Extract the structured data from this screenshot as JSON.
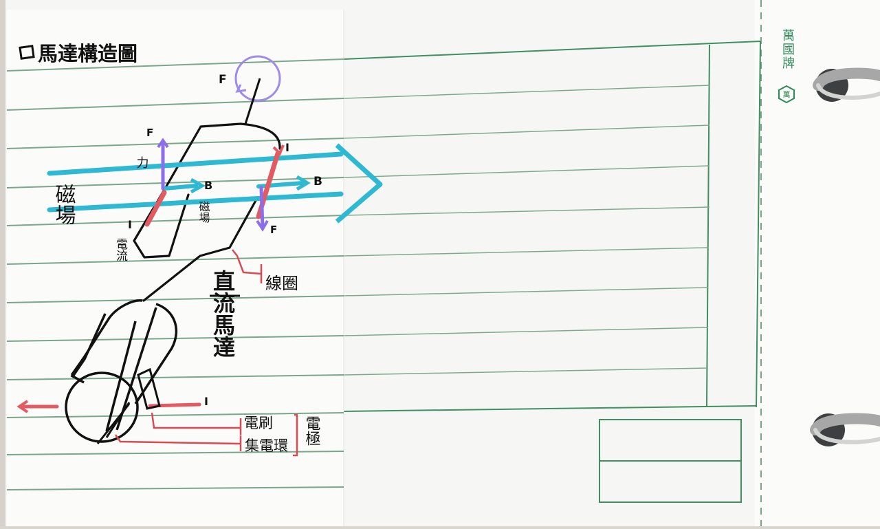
{
  "note": {
    "title": "馬達構造圖",
    "force_label_top": "F",
    "force_word": "力",
    "field_side_label": "磁場",
    "b_label_center": "B",
    "b_center_word": "磁場",
    "b_label_right": "B",
    "current_label_top_right": "I",
    "current_label_left": "I",
    "current_word_left": "電流",
    "force_label_right_bottom": "F",
    "coil_label": "線圈",
    "vertical_label": "直流馬達",
    "current_label_bottom": "I",
    "brush_label": "電刷",
    "commutator_label": "集電環",
    "group_label": "電極"
  },
  "brand": {
    "name": "萬國牌",
    "seal": "萬"
  },
  "colors": {
    "paper": "#f7f7f5",
    "line": "#2e8a57",
    "rule_line": "#4d8f62",
    "magnetic": "#2fb8d2",
    "current": "#e25b63",
    "force": "#8b6ee8",
    "ink": "#111111",
    "ring_metal": "#a7a7a7"
  },
  "icons": {
    "rotation": "rotation-arrow-icon",
    "binder_ring": "binder-ring-icon",
    "motor": "dc-motor-diagram"
  }
}
